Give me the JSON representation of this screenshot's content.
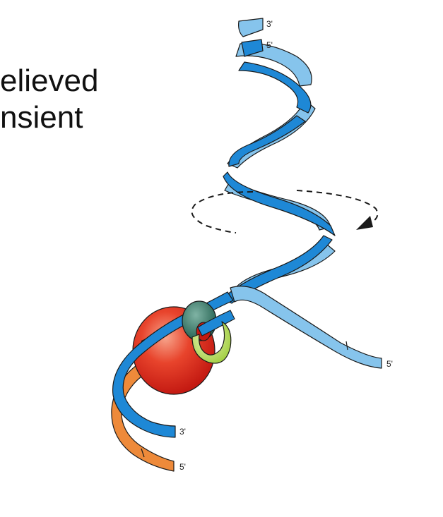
{
  "slide_text": {
    "line1": "elieved",
    "line2": "nsient"
  },
  "diagram": {
    "labels": {
      "top_strand_3prime": "3'",
      "top_strand_5prime": "5'",
      "right_tail_5prime": "5'",
      "bottom_blue_3prime": "3'",
      "bottom_orange_5prime": "5'"
    },
    "colors": {
      "strand_light_blue": "#86c4ec",
      "strand_dark_blue": "#1e88d6",
      "strand_orange": "#ee8a3a",
      "polymerase_red": "#e0301e",
      "ring_dark_green": "#2f7a66",
      "ring_light_green": "#b6dc5a",
      "outline": "#1a1a1a"
    },
    "icons": [
      "rotation-arrow-icon",
      "movement-arrow-icon"
    ]
  }
}
